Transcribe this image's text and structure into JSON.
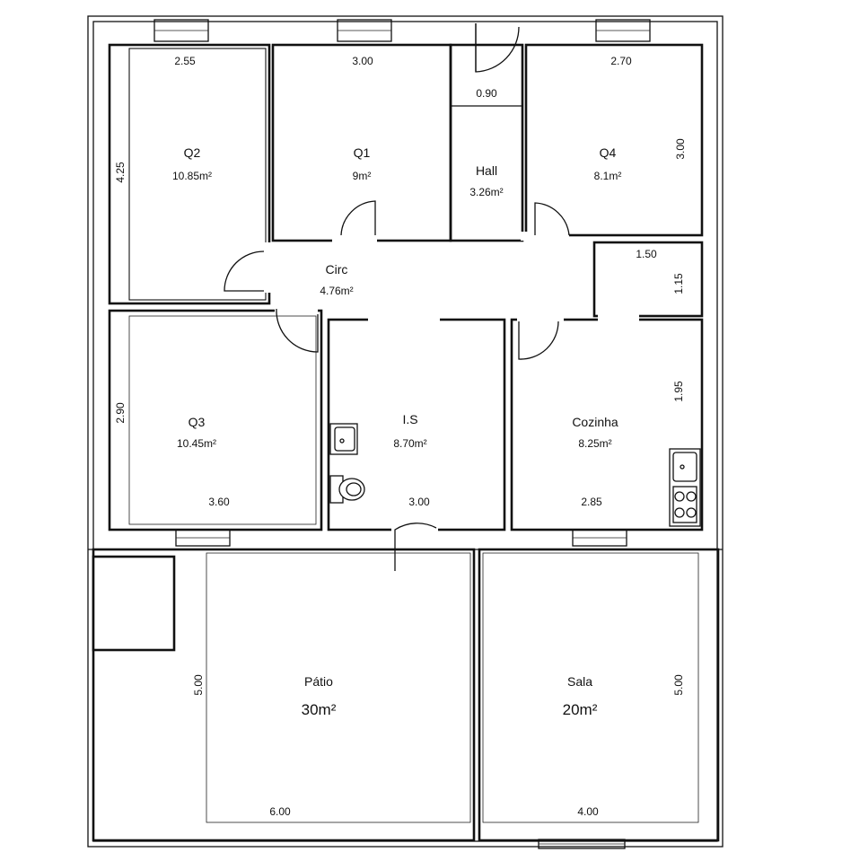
{
  "rooms": {
    "q2": {
      "name": "Q2",
      "area": "10.85m²"
    },
    "q1": {
      "name": "Q1",
      "area": "9m²"
    },
    "hall": {
      "name": "Hall",
      "area": "3.26m²"
    },
    "q4": {
      "name": "Q4",
      "area": "8.1m²"
    },
    "circ": {
      "name": "Circ",
      "area": "4.76m²"
    },
    "q3": {
      "name": "Q3",
      "area": "10.45m²"
    },
    "is": {
      "name": "I.S",
      "area": "8.70m²"
    },
    "cozinha": {
      "name": "Cozinha",
      "area": "8.25m²"
    },
    "patio": {
      "name": "Pátio",
      "area": "30m²"
    },
    "sala": {
      "name": "Sala",
      "area": "20m²"
    }
  },
  "dimensions": {
    "q2_width": "2.55",
    "q2_height": "4.25",
    "q1_width": "3.00",
    "hall_door": "0.90",
    "q4_width": "2.70",
    "q4_height": "3.00",
    "store_width": "1.50",
    "store_height": "1.15",
    "q3_height": "2.90",
    "q3_width": "3.60",
    "is_width": "3.00",
    "cozinha_height": "1.95",
    "cozinha_width": "2.85",
    "patio_height": "5.00",
    "patio_width": "6.00",
    "sala_height": "5.00",
    "sala_width": "4.00"
  }
}
